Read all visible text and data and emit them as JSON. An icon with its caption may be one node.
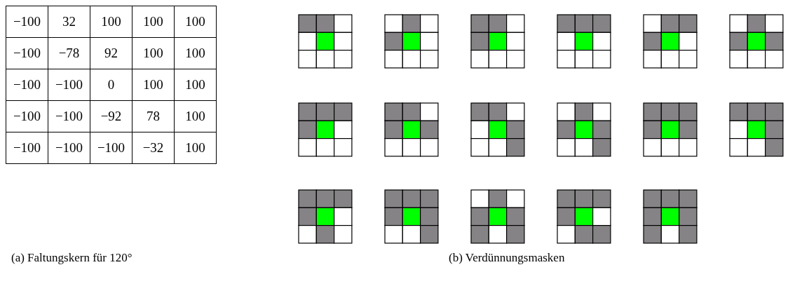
{
  "diagram": {
    "labels": [
      "−100",
      "32",
      "100",
      "100",
      "100",
      "−100",
      "−78",
      "92",
      "100",
      "100",
      "−100",
      "−100",
      "0",
      "100",
      "100",
      "−100",
      "−100",
      "−92",
      "78",
      "100",
      "−100",
      "−100",
      "−100",
      "−32",
      "100",
      "(a) Faltungskern für 120°",
      "(b) Verdünnungsmasken"
    ]
  }
}
